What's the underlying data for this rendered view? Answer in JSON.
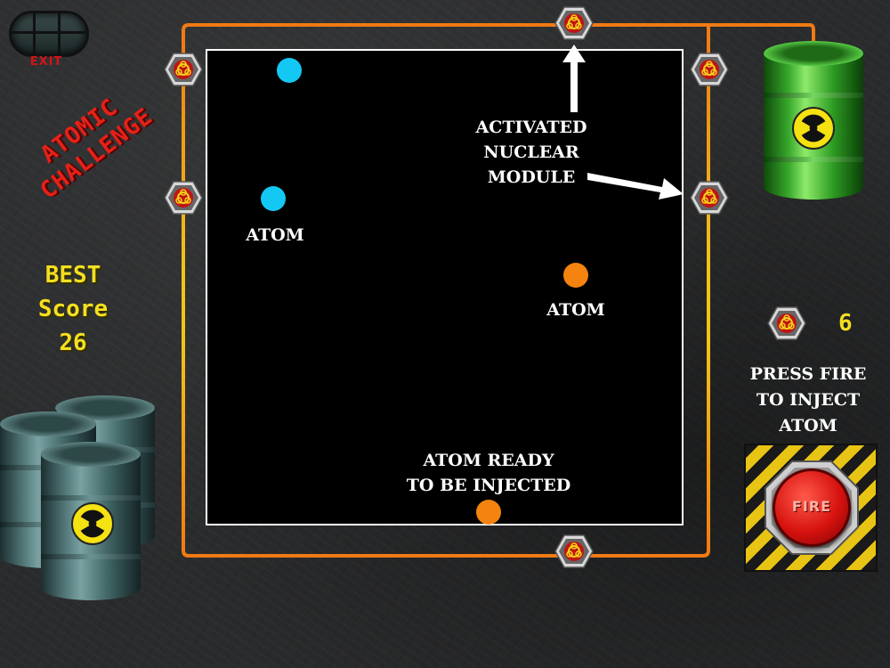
{
  "header": {
    "exit_label": "EXIT",
    "title_line1": "ATOMIC",
    "title_line2": "CHALLENGE"
  },
  "best_score": {
    "line1": "BEST",
    "line2": "Score",
    "value": "26"
  },
  "board": {
    "atom_labels": [
      "ATOM",
      "ATOM"
    ],
    "ready_line1": "ATOM READY",
    "ready_line2": "TO BE INJECTED",
    "module_label_line1": "ACTIVATED",
    "module_label_line2": "NUCLEAR",
    "module_label_line3": "MODULE",
    "atoms": [
      {
        "color": "blue"
      },
      {
        "color": "blue"
      },
      {
        "color": "orange"
      },
      {
        "color": "orange",
        "state": "ready"
      }
    ]
  },
  "modules_remaining": {
    "icon": "biohazard-icon",
    "value": "6"
  },
  "instructions": {
    "line1": "PRESS FIRE",
    "line2": "TO INJECT",
    "line3": "ATOM"
  },
  "fire_button": {
    "label": "FIRE"
  },
  "colors": {
    "atom_blue": "#14c8f4",
    "atom_orange": "#f4830f",
    "title_red": "#e62117",
    "score_yellow": "#f4df1f",
    "wire_orange": "#f07a14",
    "wire_yellow": "#f2c21a",
    "board_background": "#000000"
  }
}
